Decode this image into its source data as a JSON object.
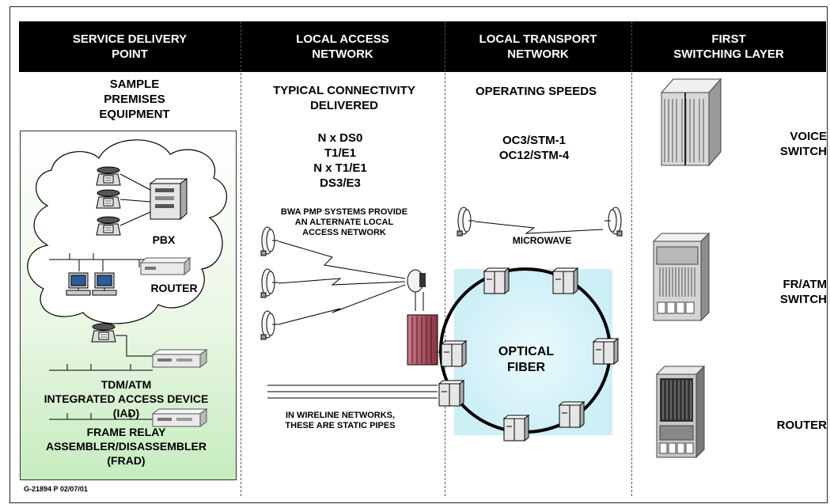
{
  "columns": [
    {
      "line1": "SERVICE DELIVERY",
      "line2": "POINT"
    },
    {
      "line1": "LOCAL ACCESS",
      "line2": "NETWORK"
    },
    {
      "line1": "LOCAL TRANSPORT",
      "line2": "NETWORK"
    },
    {
      "line1": "FIRST",
      "line2": "SWITCHING LAYER"
    }
  ],
  "sample_premises": [
    "SAMPLE",
    "PREMISES",
    "EQUIPMENT"
  ],
  "typical_connectivity": [
    "TYPICAL CONNECTIVITY",
    "DELIVERED"
  ],
  "connectivity_rates": [
    "N x DS0",
    "T1/E1",
    "N x T1/E1",
    "DS3/E3"
  ],
  "operating_speeds_label": "OPERATING SPEEDS",
  "speeds": [
    "OC3/STM-1",
    "OC12/STM-4"
  ],
  "bwa_note": [
    "BWA PMP SYSTEMS PROVIDE",
    "AN ALTERNATE LOCAL",
    "ACCESS NETWORK"
  ],
  "microwave_label": "MICROWAVE",
  "wireline_note": [
    "IN WIRELINE NETWORKS,",
    "THESE ARE STATIC PIPES"
  ],
  "optical_fiber": [
    "OPTICAL",
    "FIBER"
  ],
  "premises_labels": {
    "pbx": "PBX",
    "router": "ROUTER",
    "iad": [
      "TDM/ATM",
      "INTEGRATED ACCESS DEVICE",
      "(IAD)"
    ],
    "frad": [
      "FRAME RELAY",
      "ASSEMBLER/DISASSEMBLER",
      "(FRAD)"
    ]
  },
  "switching_labels": {
    "voice": [
      "VOICE",
      "SWITCH"
    ],
    "fratm": [
      "FR/ATM",
      "SWITCH"
    ],
    "router": "ROUTER"
  },
  "footer_id": "G-21894 P 02/07/01",
  "colors": {
    "header_bg": "#000000",
    "header_text": "#ffffff",
    "premises_bg_bottom": "#c6ecbf",
    "fiber_glow": "#d6f3f8",
    "base_station_red": "#b05a66"
  }
}
